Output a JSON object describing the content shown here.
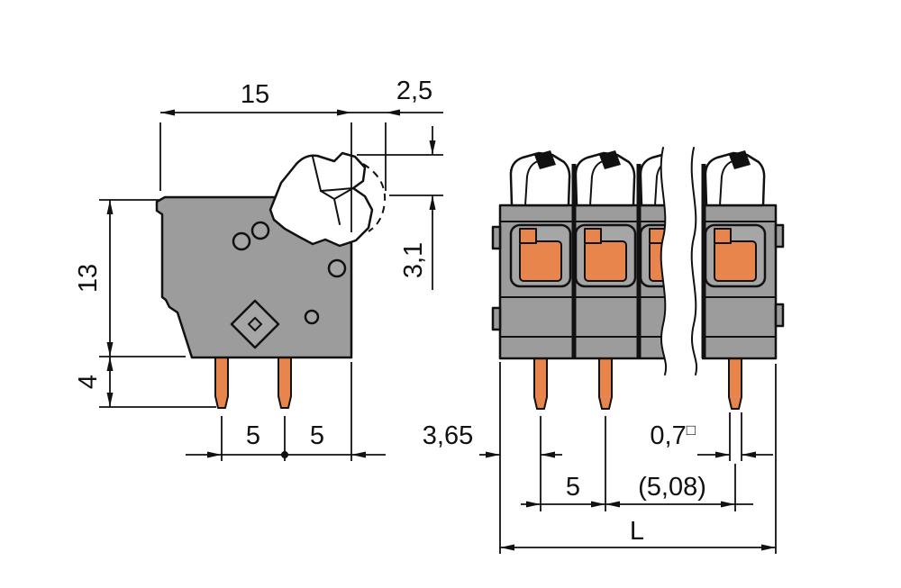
{
  "drawing": {
    "kind": "technical-dimension-drawing",
    "subject": "PCB terminal block with push lever, side view and front view",
    "side_view": {
      "dim_width": "15",
      "dim_lever_offset": "2,5",
      "dim_lever_travel": "3,1",
      "dim_height": "13",
      "dim_pin_length": "4",
      "dim_pitch_a": "5",
      "dim_pitch_b": "5"
    },
    "front_view": {
      "dim_edge_to_pin": "3,65",
      "dim_pin_width": "0,7",
      "dim_pin_width_symbol": "□",
      "dim_pitch": "5",
      "dim_pitch_alt": "(5,08)",
      "dim_overall": "L"
    },
    "colors": {
      "body": "#9c9c9c",
      "body_light": "#a6a6a6",
      "pin": "#e8854d",
      "outline": "#111111",
      "background": "#ffffff"
    }
  }
}
